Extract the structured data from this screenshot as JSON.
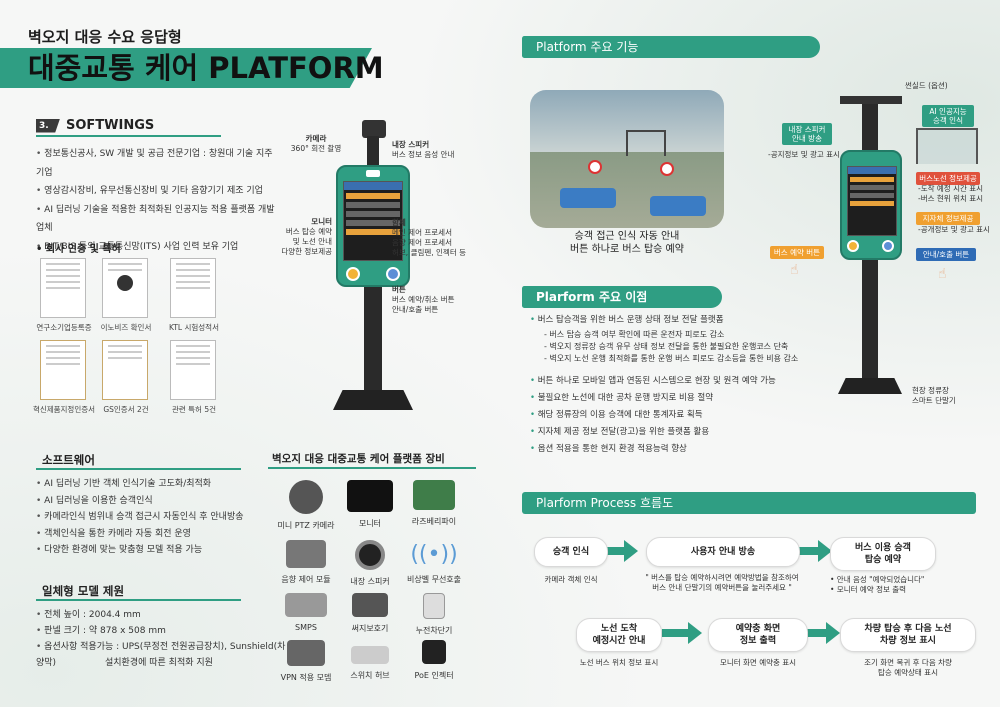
{
  "header": {
    "subtitle": "벽오지 대응 수요 응답형",
    "title": "대중교통 케어 PLATFORM"
  },
  "company": {
    "logo_mark": "3.",
    "name": "SOFTWINGS",
    "bullets": [
      "정보통신공사, SW 개발  및 공급 전문기업 : 창원대 기술 지주 기업",
      "영상감시장비, 유무선통신장비 및 기타 음향기기 제조 기업",
      "AI 딥러닝 기술을 적용한 최적화된 인공지능 적용 플랫폼 개발 업체",
      "BIT/BIS 등의 교통통신망(ITS) 사업 인력 보유 기업"
    ]
  },
  "certs": {
    "heading": "회사 인증 및 특허",
    "items": [
      "연구소기업등록증",
      "이노비즈 확인서",
      "KTL 시험성적서",
      "혁신제품지정인증서",
      "GS인증서 2건",
      "관련 특허 5건"
    ]
  },
  "software": {
    "heading": "소프트웨어",
    "bullets": [
      "AI 딥러닝 기반 객체 인식기술 고도화/최적화",
      "AI 딥러닝을 이용한 승객인식",
      "카메라인식 범위내 승객 접근시 자동인식 후 안내방송",
      "객체인식을 통한 카메라 자동 회전 운영",
      "다양한 환경에 맞는 맞춤형 모델 적용 가능"
    ]
  },
  "model": {
    "heading": "일체형 모델 제원",
    "bullets": [
      "전체 높이 : 2004.4 mm",
      "판넬 크기 : 약 878 x 508 mm",
      "옵션사항 적용가능 : UPS(무정전 전원공급장치), Sunshield(차양막)"
    ],
    "extra": "설치환경에 따른 최적화 지원"
  },
  "device": {
    "camera_title": "카메라",
    "camera_desc": "360° 회전 촬영",
    "speaker_title": "내장 스피커",
    "speaker_desc": "버스 정보 음성 안내",
    "monitor_title": "모니터",
    "monitor_desc": [
      "버스 탑승 예약",
      "및 노선 안내",
      "다양한 정보제공"
    ],
    "case_title": "함체",
    "case_desc": [
      "메인 제어 프로세서",
      "음향 제어 프로세서",
      "허브, 클림펜, 인젝터 등"
    ],
    "button_title": "버튼",
    "button_desc": [
      "버스 예약/취소 버튼",
      "안내/호출 버튼"
    ]
  },
  "equipment": {
    "heading": "벽오지 대응 대중교통 케어 플랫폼 장비",
    "items": [
      "미니 PTZ 카메라",
      "모니터",
      "라즈베리파이",
      "음향 제어 모듈",
      "내장 스피커",
      "비상벨 무선호출",
      "SMPS",
      "써지보호기",
      "누전차단기",
      "VPN 적용 모뎀",
      "스위치 허브",
      "PoE 인젝터"
    ]
  },
  "features": {
    "heading": "Platform  주요 기능",
    "scene_text": [
      "승객 접근 인식 자동 안내",
      "버튼 하나로 버스 탑승 예약"
    ],
    "sunshield": "썬실드 (옵션)",
    "speaker_tag": [
      "내장 스피커",
      "안내 방송"
    ],
    "speaker_desc": "-공지정보 및 광고 표시",
    "ai_tag": [
      "AI 인공지능",
      "승객 인식"
    ],
    "route_tag": "버스노선 정보제공",
    "route_desc": [
      "-도착 예정 시간 표시",
      "-버스 현위 위치 표시"
    ],
    "local_tag": "지자체 정보제공",
    "local_desc": "-공개정보 및 광고 표시",
    "reserve_tag": "버스 예약 버튼",
    "call_tag": "안내/호출 버튼",
    "kiosk_caption": [
      "현장 정류장",
      "스마트 단말기"
    ]
  },
  "benefits": {
    "heading": "Plarform 주요 이점",
    "items": [
      {
        "text": "버스 탑승객을 위한 버스 운행 상태 정보 전달 플랫폼",
        "subs": [
          "- 버스 탑승 승객 여부 확인에 따른 운전자 피로도 감소",
          "- 벽오지 정류장 승객 유무 상태 정보 전달을 통한 불필요한 운행코스 단축",
          "- 벽오지 노선 운행 최적화를 통한 운행 버스 피로도 감소등을 통한 비용 감소"
        ]
      },
      {
        "text": "버튼 하나로 모바일 앱과 연동된 시스템으로 현장 및 원격 예약 가능",
        "subs": []
      },
      {
        "text": "불필요한 노선에 대한 공차 운행 방지로 비용 절약",
        "subs": []
      },
      {
        "text": "해당 정류장의 이용 승객에 대한 통계자료 획득",
        "subs": []
      },
      {
        "text": "지자체 제공 정보 전달(광고)을 위한 플랫폼 활용",
        "subs": []
      },
      {
        "text": "옵션 적용을 통한 현지 환경 적용능력 향상",
        "subs": []
      }
    ]
  },
  "process": {
    "heading": "Plarform Process 흐름도",
    "steps": [
      {
        "title": "승객 인식",
        "desc": [
          "카메라 객체 인식"
        ]
      },
      {
        "title": "사용자 안내 방송",
        "desc": [
          "\" 버스를 탑승 예약하시려면 예약방법을 참조하여",
          "버스 안내 단말기의 예약버튼을 눌러주세요 \""
        ]
      },
      {
        "title": "버스 이용 승객\n탑승 예약",
        "desc": [
          "• 안내 음성 \"예약되었습니다\"",
          "• 모니터 예약 정보 출력"
        ]
      },
      {
        "title": "노선 도착\n예정시간 안내",
        "desc": [
          "노선 버스 위치 정보 표시"
        ]
      },
      {
        "title": "예약충 화면\n정보 출력",
        "desc": [
          "모니터 화면 예약충 표시"
        ]
      },
      {
        "title": "차량 탑승 후 다음 노선\n차량 정보 표시",
        "desc": [
          "조기 화면 복귀 후 다음 차량",
          "탑승 예약상태 표시"
        ]
      }
    ]
  },
  "colors": {
    "accent": "#2f9e83",
    "orange": "#f0a030",
    "red": "#e0523c",
    "blue": "#2f6bb5"
  }
}
